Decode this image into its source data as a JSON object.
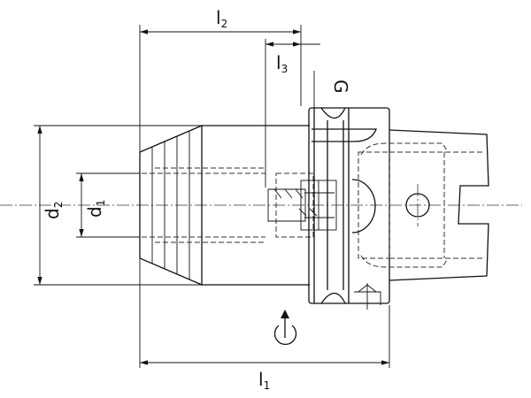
{
  "drawing": {
    "title": "Tool holder technical drawing",
    "labels": {
      "l1": {
        "main": "l",
        "sub": "1"
      },
      "l2": {
        "main": "l",
        "sub": "2"
      },
      "l3": {
        "main": "l",
        "sub": "3"
      },
      "d1": {
        "main": "d",
        "sub": "1"
      },
      "d2": {
        "main": "d",
        "sub": "2"
      },
      "G": {
        "main": "G"
      }
    },
    "line_color": "#111111"
  }
}
